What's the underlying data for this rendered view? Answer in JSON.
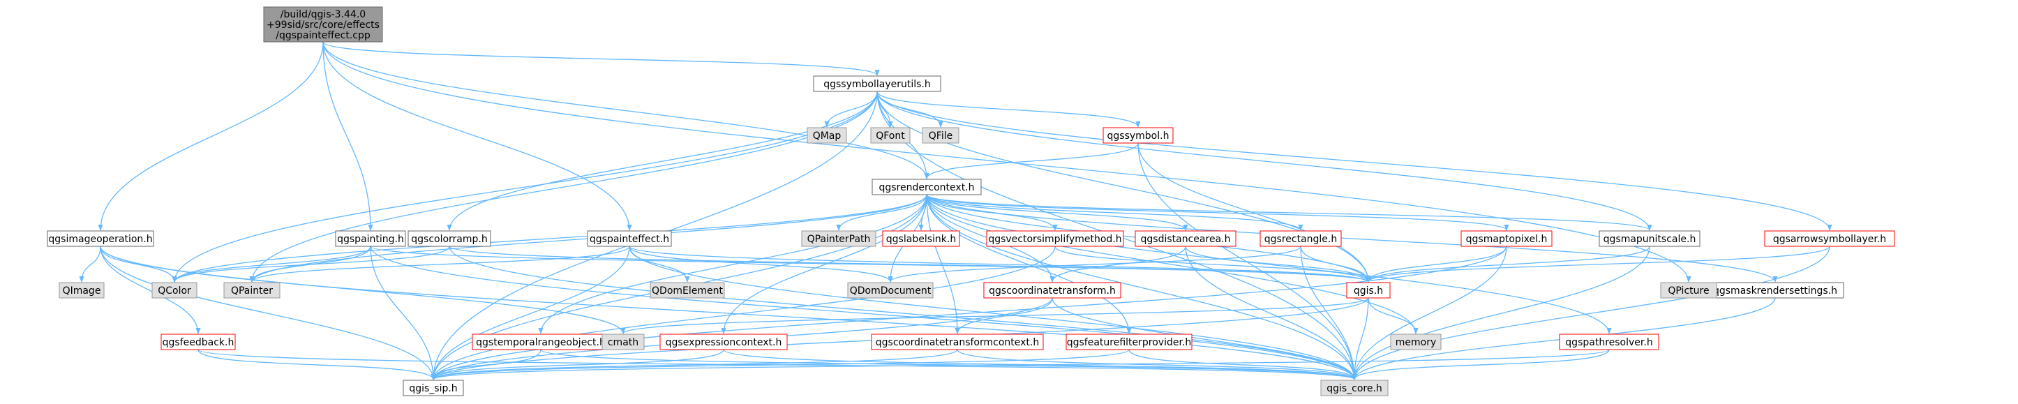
{
  "colors": {
    "root_fill": "#999999",
    "root_stroke": "#666666",
    "normal_stroke": "#666666",
    "red_stroke": "#ff0000",
    "gray_fill": "#e0e0e0",
    "gray_stroke": "#999999",
    "edge": "#63b8ff",
    "background": "#ffffff"
  },
  "graph": {
    "root": [
      "/build/qgis-3.44.0",
      "+99sid/src/core/effects",
      "/qgspainteffect.cpp"
    ],
    "nodes": [
      {
        "id": "root",
        "lines": [
          "/build/qgis-3.44.0",
          "+99sid/src/core/effects",
          "/qgspainteffect.cpp"
        ],
        "style": "root"
      },
      {
        "id": "qgssymbollayerutils",
        "lines": [
          "qgssymbollayerutils.h"
        ],
        "style": "normal"
      },
      {
        "id": "qgsrendercontext",
        "lines": [
          "qgsrendercontext.h"
        ],
        "style": "normal"
      },
      {
        "id": "qgsimageoperation",
        "lines": [
          "qgsimageoperation.h"
        ],
        "style": "normal"
      },
      {
        "id": "qgspainting",
        "lines": [
          "qgspainting.h"
        ],
        "style": "normal"
      },
      {
        "id": "qgscolorramp",
        "lines": [
          "qgscolorramp.h"
        ],
        "style": "normal"
      },
      {
        "id": "qgspainteffect",
        "lines": [
          "qgspainteffect.h"
        ],
        "style": "normal"
      },
      {
        "id": "qgsmapunitscale",
        "lines": [
          "qgsmapunitscale.h"
        ],
        "style": "normal"
      },
      {
        "id": "qgsmaskrendersettings",
        "lines": [
          "qgsmaskrendersettings.h"
        ],
        "style": "normal"
      },
      {
        "id": "qgssymbol",
        "lines": [
          "qgssymbol.h"
        ],
        "style": "red"
      },
      {
        "id": "qgsarrowsymbollayer",
        "lines": [
          "qgsarrowsymbollayer.h"
        ],
        "style": "red"
      },
      {
        "id": "qgslabelsink",
        "lines": [
          "qgslabelsink.h"
        ],
        "style": "red"
      },
      {
        "id": "qgsvectorsimplifymethod",
        "lines": [
          "qgsvectorsimplifymethod.h"
        ],
        "style": "red"
      },
      {
        "id": "qgsdistancearea",
        "lines": [
          "qgsdistancearea.h"
        ],
        "style": "red"
      },
      {
        "id": "qgsrectangle",
        "lines": [
          "qgsrectangle.h"
        ],
        "style": "red"
      },
      {
        "id": "qgsmaptopixel",
        "lines": [
          "qgsmaptopixel.h"
        ],
        "style": "red"
      },
      {
        "id": "qgis",
        "lines": [
          "qgis.h"
        ],
        "style": "red"
      },
      {
        "id": "qgscoordinatetransform",
        "lines": [
          "qgscoordinatetransform.h"
        ],
        "style": "red"
      },
      {
        "id": "qgsfeedback",
        "lines": [
          "qgsfeedback.h"
        ],
        "style": "red"
      },
      {
        "id": "qgstemporalrangeobject",
        "lines": [
          "qgstemporalrangeobject.h"
        ],
        "style": "red"
      },
      {
        "id": "qgsexpressioncontext",
        "lines": [
          "qgsexpressioncontext.h"
        ],
        "style": "red"
      },
      {
        "id": "qgscoordinatetransformcontext",
        "lines": [
          "qgscoordinatetransformcontext.h"
        ],
        "style": "red"
      },
      {
        "id": "qgsfeaturefilterprovider",
        "lines": [
          "qgsfeaturefilterprovider.h"
        ],
        "style": "red"
      },
      {
        "id": "qgspathresolver",
        "lines": [
          "qgspathresolver.h"
        ],
        "style": "red"
      },
      {
        "id": "QMap",
        "lines": [
          "QMap"
        ],
        "style": "gray"
      },
      {
        "id": "QFont",
        "lines": [
          "QFont"
        ],
        "style": "gray"
      },
      {
        "id": "QFile",
        "lines": [
          "QFile"
        ],
        "style": "gray"
      },
      {
        "id": "QPainterPath",
        "lines": [
          "QPainterPath"
        ],
        "style": "gray"
      },
      {
        "id": "QImage",
        "lines": [
          "QImage"
        ],
        "style": "gray"
      },
      {
        "id": "QColor",
        "lines": [
          "QColor"
        ],
        "style": "gray"
      },
      {
        "id": "QPainter",
        "lines": [
          "QPainter"
        ],
        "style": "gray"
      },
      {
        "id": "QDomElement",
        "lines": [
          "QDomElement"
        ],
        "style": "gray"
      },
      {
        "id": "QDomDocument",
        "lines": [
          "QDomDocument"
        ],
        "style": "gray"
      },
      {
        "id": "QPicture",
        "lines": [
          "QPicture"
        ],
        "style": "gray"
      },
      {
        "id": "cmath",
        "lines": [
          "cmath"
        ],
        "style": "gray"
      },
      {
        "id": "memory",
        "lines": [
          "memory"
        ],
        "style": "gray"
      },
      {
        "id": "qgis_sip",
        "lines": [
          "qgis_sip.h"
        ],
        "style": "normal"
      },
      {
        "id": "qgis_core",
        "lines": [
          "qgis_core.h"
        ],
        "style": "gray"
      }
    ],
    "edges": [
      [
        "root",
        "qgssymbollayerutils"
      ],
      [
        "root",
        "qgsrendercontext"
      ],
      [
        "root",
        "qgsimageoperation"
      ],
      [
        "root",
        "qgspainting"
      ],
      [
        "root",
        "qgspainteffect"
      ],
      [
        "root",
        "QPicture"
      ],
      [
        "qgssymbollayerutils",
        "QMap"
      ],
      [
        "qgssymbollayerutils",
        "QFont"
      ],
      [
        "qgssymbollayerutils",
        "QFile"
      ],
      [
        "qgssymbollayerutils",
        "qgssymbol"
      ],
      [
        "qgssymbollayerutils",
        "qgsrendercontext"
      ],
      [
        "qgssymbollayerutils",
        "qgscolorramp"
      ],
      [
        "qgssymbollayerutils",
        "QColor"
      ],
      [
        "qgssymbollayerutils",
        "QPainter"
      ],
      [
        "qgssymbollayerutils",
        "qgis_sip"
      ],
      [
        "qgssymbollayerutils",
        "qgis_core"
      ],
      [
        "qgssymbollayerutils",
        "qgis"
      ],
      [
        "qgssymbollayerutils",
        "qgsmapunitscale"
      ],
      [
        "qgssymbollayerutils",
        "qgsarrowsymbollayer"
      ],
      [
        "qgssymbol",
        "qgsrendercontext"
      ],
      [
        "qgssymbol",
        "qgis"
      ],
      [
        "qgssymbol",
        "qgis_core"
      ],
      [
        "qgsarrowsymbollayer",
        "qgis"
      ],
      [
        "qgsarrowsymbollayer",
        "qgis_core"
      ],
      [
        "qgsrendercontext",
        "QPainterPath"
      ],
      [
        "qgsrendercontext",
        "qgslabelsink"
      ],
      [
        "qgsrendercontext",
        "qgsvectorsimplifymethod"
      ],
      [
        "qgsrendercontext",
        "qgsdistancearea"
      ],
      [
        "qgsrendercontext",
        "qgsrectangle"
      ],
      [
        "qgsrendercontext",
        "qgsmaptopixel"
      ],
      [
        "qgsrendercontext",
        "qgsmapunitscale"
      ],
      [
        "qgsrendercontext",
        "qgsmaskrendersettings"
      ],
      [
        "qgsrendercontext",
        "qgis"
      ],
      [
        "qgsrendercontext",
        "QColor"
      ],
      [
        "qgsrendercontext",
        "QPainter"
      ],
      [
        "qgsrendercontext",
        "qgis_sip"
      ],
      [
        "qgsrendercontext",
        "qgis_core"
      ],
      [
        "qgsrendercontext",
        "memory"
      ],
      [
        "qgsrendercontext",
        "qgscoordinatetransform"
      ],
      [
        "qgsrendercontext",
        "qgstemporalrangeobject"
      ],
      [
        "qgsrendercontext",
        "qgsexpressioncontext"
      ],
      [
        "qgsrendercontext",
        "qgscoordinatetransformcontext"
      ],
      [
        "qgsrendercontext",
        "qgsfeaturefilterprovider"
      ],
      [
        "qgsrendercontext",
        "qgspathresolver"
      ],
      [
        "qgsrendercontext",
        "QDomDocument"
      ],
      [
        "qgsimageoperation",
        "QImage"
      ],
      [
        "qgsimageoperation",
        "QColor"
      ],
      [
        "qgsimageoperation",
        "qgsfeedback"
      ],
      [
        "qgsimageoperation",
        "cmath"
      ],
      [
        "qgsimageoperation",
        "qgis_sip"
      ],
      [
        "qgsimageoperation",
        "qgis_core"
      ],
      [
        "qgspainting",
        "QColor"
      ],
      [
        "qgspainting",
        "QPainter"
      ],
      [
        "qgspainting",
        "qgis"
      ],
      [
        "qgspainting",
        "qgis_sip"
      ],
      [
        "qgspainting",
        "qgis_core"
      ],
      [
        "qgscolorramp",
        "QColor"
      ],
      [
        "qgscolorramp",
        "qgis"
      ],
      [
        "qgscolorramp",
        "qgis_core"
      ],
      [
        "qgspainteffect",
        "QPainter"
      ],
      [
        "qgspainteffect",
        "QDomElement"
      ],
      [
        "qgspainteffect",
        "QDomDocument"
      ],
      [
        "qgspainteffect",
        "qgis"
      ],
      [
        "qgspainteffect",
        "qgis_sip"
      ],
      [
        "qgspainteffect",
        "qgis_core"
      ],
      [
        "qgsvectorsimplifymethod",
        "qgis"
      ],
      [
        "qgsvectorsimplifymethod",
        "qgis_sip"
      ],
      [
        "qgsdistancearea",
        "qgscoordinatetransform"
      ],
      [
        "qgsdistancearea",
        "qgis"
      ],
      [
        "qgsdistancearea",
        "qgis_core"
      ],
      [
        "qgsrectangle",
        "qgis"
      ],
      [
        "qgsrectangle",
        "qgis_core"
      ],
      [
        "qgsrectangle",
        "QDomDocument"
      ],
      [
        "qgsmaptopixel",
        "qgis"
      ],
      [
        "qgsmaptopixel",
        "qgis_sip"
      ],
      [
        "qgsmaptopixel",
        "qgis_core"
      ],
      [
        "qgsmapunitscale",
        "qgis"
      ],
      [
        "qgsmapunitscale",
        "qgis_core"
      ],
      [
        "qgsmaskrendersettings",
        "qgis_core"
      ],
      [
        "qgis",
        "cmath"
      ],
      [
        "qgis",
        "memory"
      ],
      [
        "qgis",
        "qgis_sip"
      ],
      [
        "qgis",
        "qgis_core"
      ],
      [
        "qgscoordinatetransform",
        "qgscoordinatetransformcontext"
      ],
      [
        "qgscoordinatetransform",
        "qgis_core"
      ],
      [
        "qgscoordinatetransform",
        "qgis_sip"
      ],
      [
        "qgscoordinatetransformcontext",
        "qgis_core"
      ],
      [
        "qgscoordinatetransformcontext",
        "qgis_sip"
      ],
      [
        "qgsfeedback",
        "qgis_sip"
      ],
      [
        "qgsfeedback",
        "qgis_core"
      ],
      [
        "qgstemporalrangeobject",
        "qgis_sip"
      ],
      [
        "qgstemporalrangeobject",
        "qgis_core"
      ],
      [
        "qgsexpressioncontext",
        "qgis_sip"
      ],
      [
        "qgsexpressioncontext",
        "qgis_core"
      ],
      [
        "qgsfeaturefilterprovider",
        "qgis_sip"
      ],
      [
        "qgsfeaturefilterprovider",
        "qgis_core"
      ],
      [
        "qgspathresolver",
        "qgis_core"
      ],
      [
        "qgspathresolver",
        "qgis_sip"
      ]
    ]
  }
}
